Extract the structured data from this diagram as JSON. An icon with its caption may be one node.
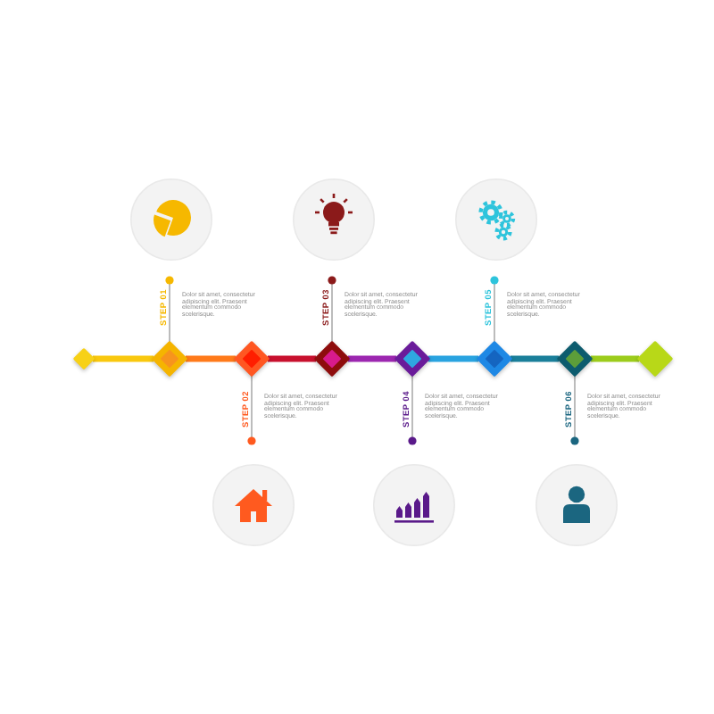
{
  "diagram": {
    "nodes": [
      {
        "text": [
          "STEP 01",
          "Dolor sit amet, consectetur adipiscing elit. Praesent elementum commodo scelerisque."
        ]
      },
      {
        "text": [
          "STEP 02",
          "Dolor sit amet, consectetur adipiscing elit. Praesent elementum commodo scelerisque."
        ]
      },
      {
        "text": [
          "STEP 03",
          "Dolor sit amet, consectetur adipiscing elit. Praesent elementum commodo scelerisque."
        ]
      },
      {
        "text": [
          "STEP 04",
          "Dolor sit amet, consectetur adipiscing elit. Praesent elementum commodo scelerisque."
        ]
      },
      {
        "text": [
          "STEP 05",
          "Dolor sit amet, consectetur adipiscing elit. Praesent elementum commodo scelerisque."
        ]
      },
      {
        "text": [
          "STEP 06",
          "Dolor sit amet, consectetur adipiscing elit. Praesent elementum commodo scelerisque."
        ]
      },
      {
        "text": [],
        "shape": "diamond"
      },
      {
        "text": [],
        "shape": "diamond"
      },
      {
        "text": [],
        "shape": "diamond"
      },
      {
        "text": [],
        "shape": "diamond"
      },
      {
        "text": [],
        "shape": "diamond"
      },
      {
        "text": [],
        "shape": "diamond"
      },
      {
        "text": [],
        "shape": "diamond"
      },
      {
        "text": [],
        "shape": "diamond"
      }
    ],
    "edges": [
      {
        "from": 0,
        "to": 7,
        "arrow": "other"
      },
      {
        "from": 1,
        "to": 8,
        "arrow": "other"
      },
      {
        "from": 2,
        "to": 9,
        "arrow": "other"
      },
      {
        "from": 3,
        "to": 10,
        "arrow": "other"
      },
      {
        "from": 4,
        "to": 11,
        "arrow": "other"
      },
      {
        "from": 5,
        "to": 12,
        "arrow": "other"
      },
      {
        "from": 6,
        "to": 7,
        "arrow": "none",
        "color": "#f9c80e"
      },
      {
        "from": 7,
        "to": 8,
        "arrow": "none",
        "color": "#ff7a1a"
      },
      {
        "from": 8,
        "to": 9,
        "arrow": "none",
        "color": "#c8102e"
      },
      {
        "from": 9,
        "to": 10,
        "arrow": "none",
        "color": "#9c27b0"
      },
      {
        "from": 10,
        "to": 11,
        "arrow": "none",
        "color": "#29a3e0"
      },
      {
        "from": 11,
        "to": 12,
        "arrow": "none",
        "color": "#1a7f9a"
      },
      {
        "from": 12,
        "to": 13,
        "arrow": "none",
        "color": "#9ccc1c"
      }
    ]
  }
}
